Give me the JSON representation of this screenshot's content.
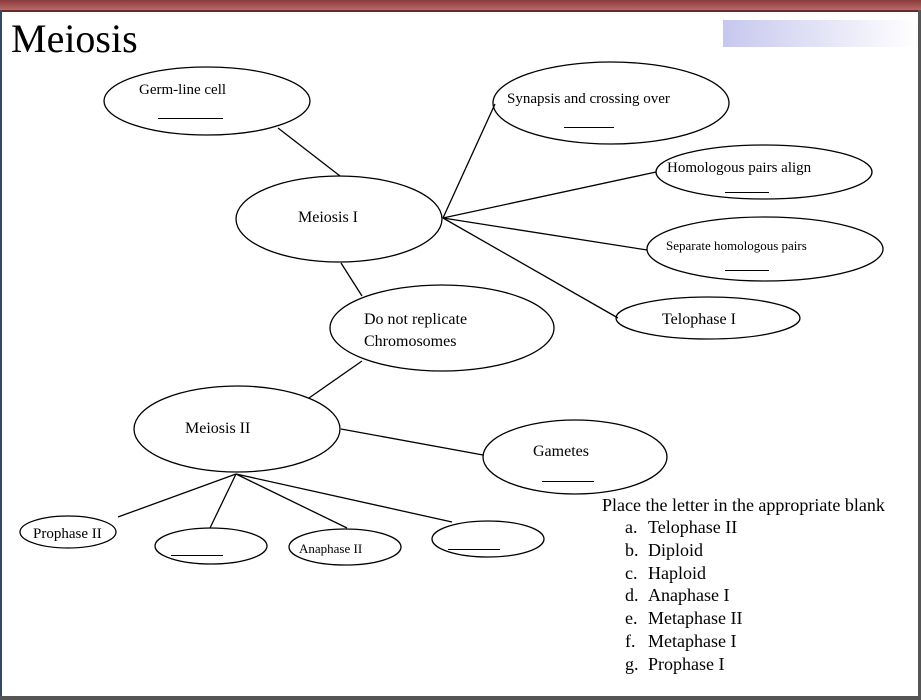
{
  "title": "Meiosis",
  "nodes": {
    "germ_line_cell": "Germ-line cell",
    "meiosis_1": "Meiosis I",
    "do_not_replicate_line1": "Do not replicate",
    "do_not_replicate_line2": "Chromosomes",
    "meiosis_2": "Meiosis II",
    "synapsis": "Synapsis and crossing over",
    "homologous_align": "Homologous pairs align",
    "separate_pairs": "Separate homologous pairs",
    "telophase_1": "Telophase I",
    "gametes": "Gametes",
    "prophase_2": "Prophase II",
    "anaphase_2": "Anaphase II"
  },
  "instruction": "Place the letter in the appropriate blank",
  "options": [
    {
      "letter": "a.",
      "text": "Telophase II"
    },
    {
      "letter": "b.",
      "text": "Diploid"
    },
    {
      "letter": "c.",
      "text": "Haploid"
    },
    {
      "letter": "d.",
      "text": "Anaphase I"
    },
    {
      "letter": "e.",
      "text": "Metaphase II"
    },
    {
      "letter": "f.",
      "text": "Metaphase I"
    },
    {
      "letter": "g.",
      "text": "Prophase I"
    }
  ]
}
